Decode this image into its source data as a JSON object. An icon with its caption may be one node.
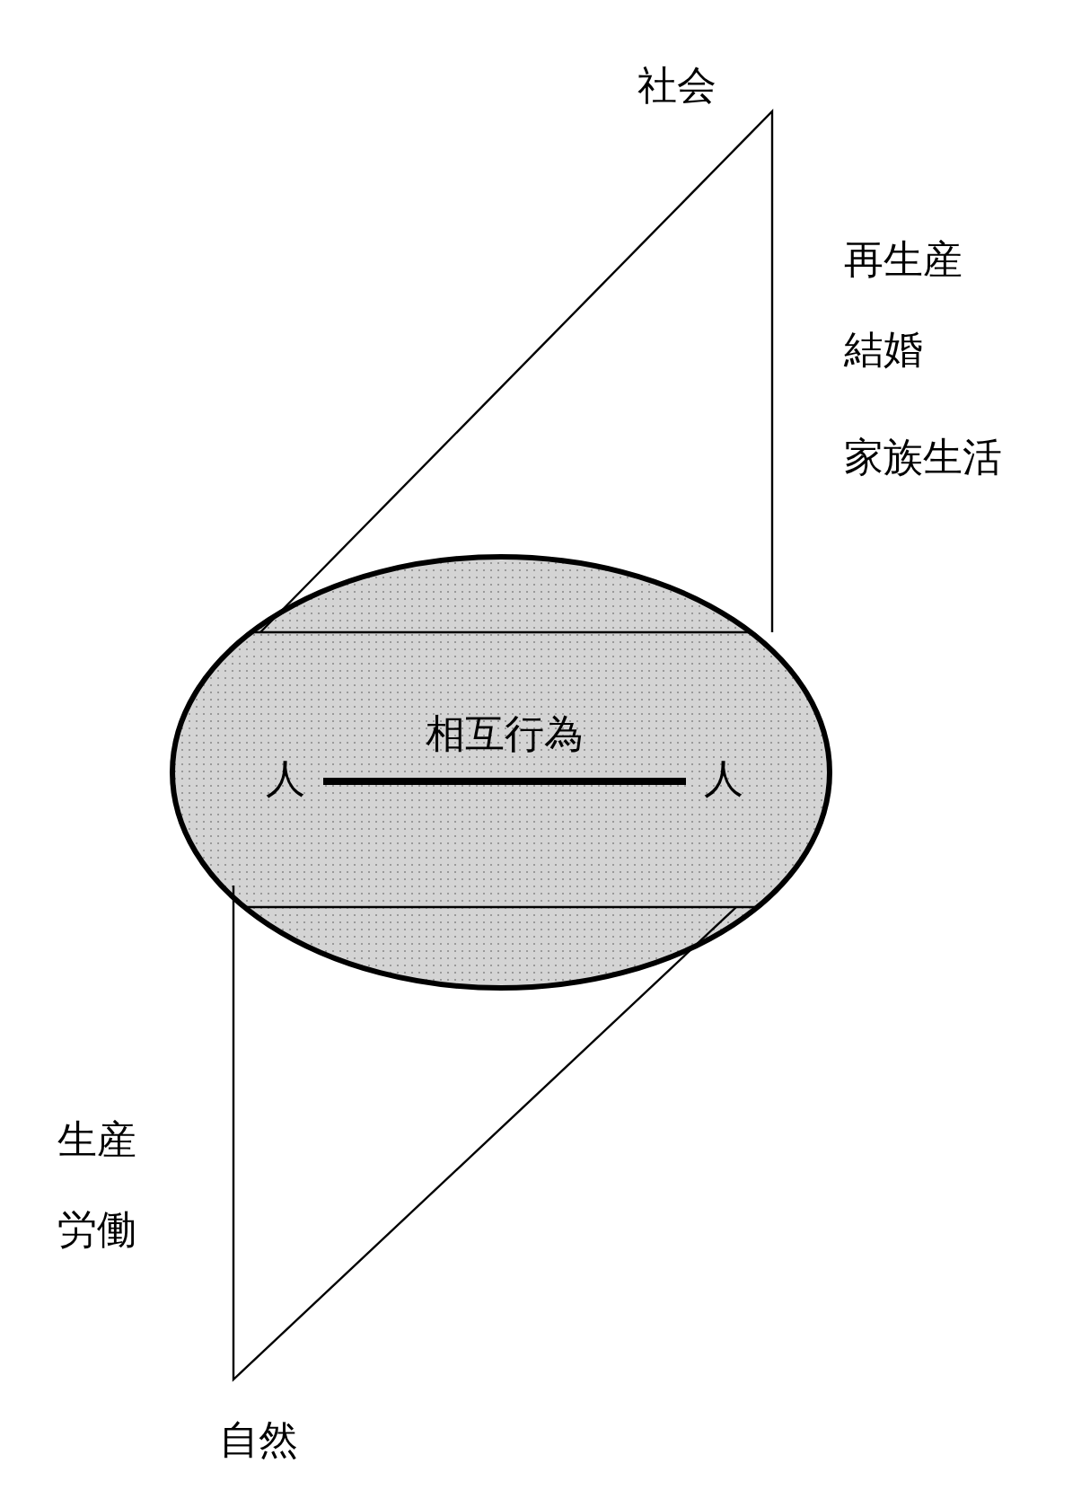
{
  "diagram": {
    "nodes": [
      {
        "text": [],
        "shape": "ellipse"
      },
      {
        "text": [
          "人"
        ],
        "in": 0
      },
      {
        "text": [
          "人"
        ],
        "in": 0
      }
    ],
    "edges": [
      {
        "from": 1,
        "to": 2,
        "arrow": "none",
        "label": "相互行為"
      }
    ],
    "labels": [
      "社会",
      "再生産",
      "結婚",
      "家族生活",
      "生産",
      "労働",
      "自然"
    ]
  }
}
